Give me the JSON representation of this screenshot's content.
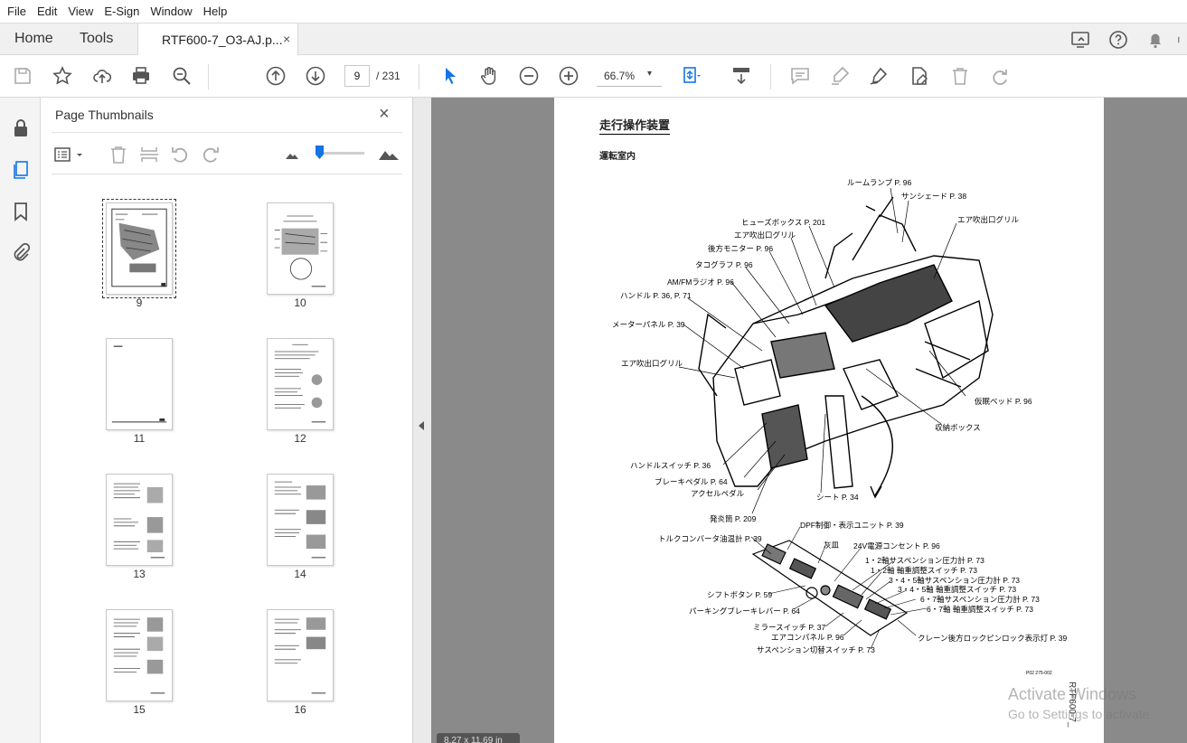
{
  "menu": [
    "File",
    "Edit",
    "View",
    "E-Sign",
    "Window",
    "Help"
  ],
  "tabs": {
    "home": "Home",
    "tools": "Tools",
    "doc_title": "RTF600-7_O3-AJ.p...",
    "close": "×"
  },
  "toolbar": {
    "page_current": "9",
    "page_total": "/ 231",
    "zoom": "66.7%",
    "zoom_caret": "▾"
  },
  "thumbnail_panel": {
    "title": "Page Thumbnails",
    "close": "×",
    "pages": [
      {
        "label": "9",
        "selected": true
      },
      {
        "label": "10"
      },
      {
        "label": "11"
      },
      {
        "label": "12"
      },
      {
        "label": "13"
      },
      {
        "label": "14"
      },
      {
        "label": "15"
      },
      {
        "label": "16"
      }
    ]
  },
  "document": {
    "heading": "走行操作装置",
    "subheading": "運転室内",
    "callouts": [
      "ルームランプ P. 96",
      "サンシェード P. 38",
      "エア吹出口グリル",
      "ヒューズボックス P. 201",
      "エア吹出口グリル",
      "後方モニター P. 96",
      "タコグラフ P. 96",
      "AM/FMラジオ P. 96",
      "ハンドル P. 36, P. 71",
      "メーターパネル P. 39",
      "エア吹出口グリル",
      "仮眠ベッド P. 96",
      "収納ボックス",
      "ハンドルスイッチ P. 36",
      "ブレーキペダル P. 64",
      "アクセルペダル",
      "シート P. 34",
      "発炎筒 P. 209",
      "DPF制御・表示ユニット P. 39",
      "トルクコンバータ油温計 P. 39",
      "灰皿",
      "24V電源コンセント P. 96",
      "1・2軸サスペンション圧力計 P. 73",
      "1・2軸 軸重調整スイッチ P. 73",
      "3・4・5軸サスペンション圧力計 P. 73",
      "3・4・5軸 軸重調整スイッチ P. 73",
      "6・7軸サスペンション圧力計 P. 73",
      "6・7軸 軸重調整スイッチ P. 73",
      "シフトボタン P. 59",
      "パーキングブレーキレバー P. 64",
      "ミラースイッチ P. 37",
      "エアコンパネル P. 96",
      "クレーン後方ロックピンロック表示灯 P. 39",
      "サスペンション切替スイッチ P. 73"
    ],
    "figure_code": "P02 275-002",
    "side_text": "RTF600-7_",
    "page_size": "8.27 x 11.69 in"
  },
  "watermark": {
    "line1": "Activate Windows",
    "line2": "Go to Settings to activate"
  }
}
